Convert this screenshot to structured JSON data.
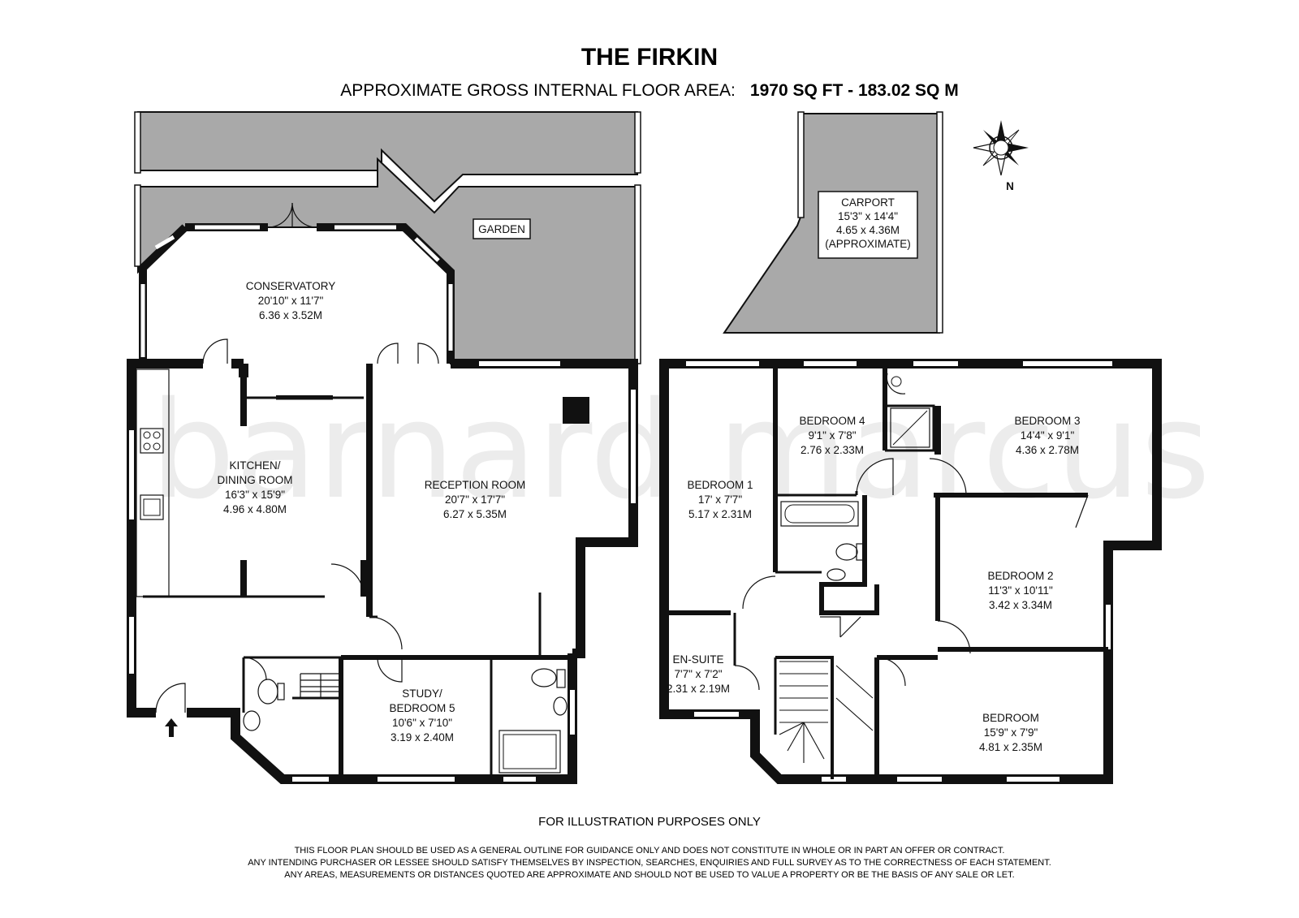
{
  "header": {
    "title": "THE FIRKIN",
    "area_label": "APPROXIMATE GROSS INTERNAL FLOOR AREA:",
    "area_value": "1970 SQ FT  -  183.02 SQ M"
  },
  "watermark": "barnard marcus",
  "compass": {
    "letter": "N"
  },
  "outside": {
    "garden": "GARDEN",
    "carport": {
      "name": "CARPORT",
      "imperial": "15'3\" x 14'4\"",
      "metric": "4.65 x 4.36M",
      "note": "(APPROXIMATE)"
    }
  },
  "ground_floor": {
    "conservatory": {
      "name": "CONSERVATORY",
      "imperial": "20'10\" x 11'7\"",
      "metric": "6.36 x 3.52M"
    },
    "kitchen": {
      "name1": "KITCHEN/",
      "name2": "DINING ROOM",
      "imperial": "16'3\" x 15'9\"",
      "metric": "4.96 x 4.80M"
    },
    "reception": {
      "name": "RECEPTION ROOM",
      "imperial": "20'7\" x 17'7\"",
      "metric": "6.27 x 5.35M"
    },
    "study": {
      "name1": "STUDY/",
      "name2": "BEDROOM 5",
      "imperial": "10'6\" x 7'10\"",
      "metric": "3.19 x 2.40M"
    }
  },
  "first_floor": {
    "bedroom1": {
      "name": "BEDROOM 1",
      "imperial": "17' x 7'7\"",
      "metric": "5.17 x 2.31M"
    },
    "bedroom4": {
      "name": "BEDROOM 4",
      "imperial": "9'1\" x 7'8\"",
      "metric": "2.76 x 2.33M"
    },
    "bedroom3": {
      "name": "BEDROOM 3",
      "imperial": "14'4\" x 9'1\"",
      "metric": "4.36 x 2.78M"
    },
    "bedroom2": {
      "name": "BEDROOM 2",
      "imperial": "11'3\" x 10'11\"",
      "metric": "3.42 x 3.34M"
    },
    "ensuite": {
      "name": "EN-SUITE",
      "imperial": "7'7\" x 7'2\"",
      "metric": "2.31 x 2.19M"
    },
    "bedroom": {
      "name": "BEDROOM",
      "imperial": "15'9\" x 7'9\"",
      "metric": "4.81 x 2.35M"
    }
  },
  "footer": {
    "note": "FOR ILLUSTRATION PURPOSES ONLY",
    "disclaimer": [
      "THIS FLOOR PLAN SHOULD BE USED AS A GENERAL OUTLINE FOR GUIDANCE ONLY AND DOES NOT CONSTITUTE IN WHOLE OR IN PART AN OFFER OR CONTRACT.",
      "ANY INTENDING PURCHASER OR LESSEE SHOULD SATISFY THEMSELVES BY INSPECTION, SEARCHES, ENQUIRIES AND FULL SURVEY AS TO THE CORRECTNESS OF EACH STATEMENT.",
      "ANY AREAS, MEASUREMENTS OR DISTANCES QUOTED ARE APPROXIMATE AND SHOULD NOT BE USED TO VALUE A PROPERTY OR BE THE BASIS OF ANY SALE OR LET."
    ]
  },
  "colors": {
    "wall": "#111111",
    "garden": "#a9a9a9",
    "hatch": "#d9d9d9"
  }
}
